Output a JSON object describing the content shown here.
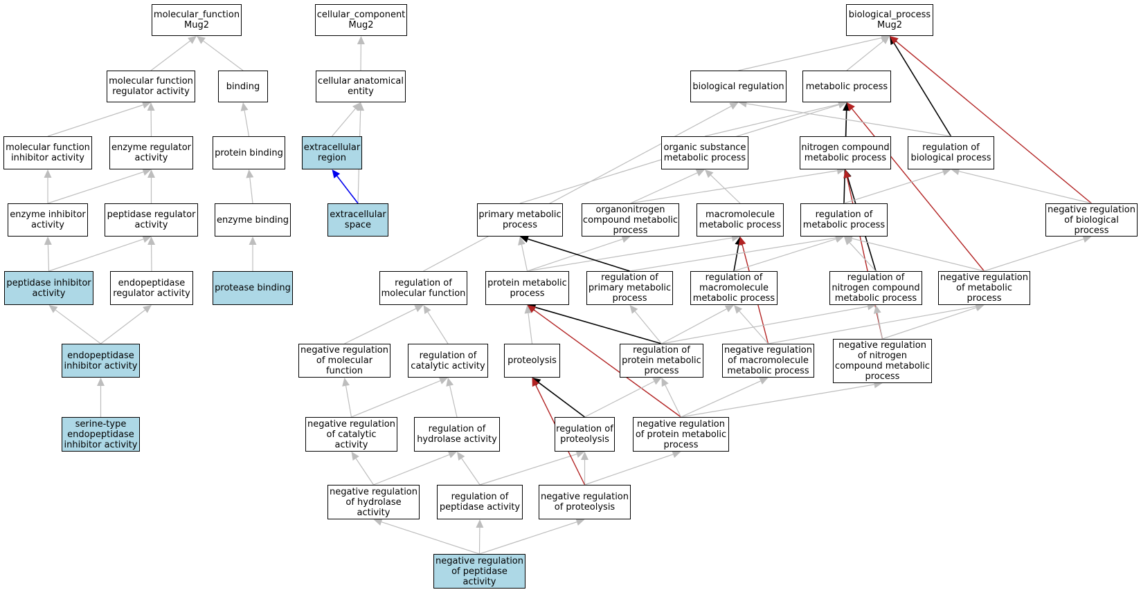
{
  "colors": {
    "gray": "#bdbdbd",
    "black": "#000000",
    "red": "#b22222",
    "blue": "#0000ee",
    "highlight": "#add8e6"
  },
  "nodes": {
    "mf_root": {
      "label": "molecular_function\nMug2",
      "highlight": false
    },
    "cc_root": {
      "label": "cellular_component\nMug2",
      "highlight": false
    },
    "bp_root": {
      "label": "biological_process\nMug2",
      "highlight": false
    },
    "mf_reg": {
      "label": "molecular function\nregulator activity",
      "highlight": false
    },
    "binding": {
      "label": "binding",
      "highlight": false
    },
    "cae": {
      "label": "cellular anatomical\nentity",
      "highlight": false
    },
    "bioreg": {
      "label": "biological regulation",
      "highlight": false
    },
    "metproc": {
      "label": "metabolic process",
      "highlight": false
    },
    "mf_inh": {
      "label": "molecular function\ninhibitor activity",
      "highlight": false
    },
    "enz_reg": {
      "label": "enzyme regulator\nactivity",
      "highlight": false
    },
    "prot_bind": {
      "label": "protein binding",
      "highlight": false
    },
    "ext_region": {
      "label": "extracellular\nregion",
      "highlight": true
    },
    "org_sub": {
      "label": "organic substance\nmetabolic process",
      "highlight": false
    },
    "nitro": {
      "label": "nitrogen compound\nmetabolic process",
      "highlight": false
    },
    "reg_bio": {
      "label": "regulation of\nbiological process",
      "highlight": false
    },
    "enz_inh": {
      "label": "enzyme inhibitor\nactivity",
      "highlight": false
    },
    "pep_reg": {
      "label": "peptidase regulator\nactivity",
      "highlight": false
    },
    "enz_bind": {
      "label": "enzyme binding",
      "highlight": false
    },
    "ext_space": {
      "label": "extracellular\nspace",
      "highlight": true
    },
    "prim_met": {
      "label": "primary metabolic\nprocess",
      "highlight": false
    },
    "orgnitro": {
      "label": "organonitrogen\ncompound metabolic\nprocess",
      "highlight": false
    },
    "macro": {
      "label": "macromolecule\nmetabolic process",
      "highlight": false
    },
    "reg_met": {
      "label": "regulation of\nmetabolic process",
      "highlight": false
    },
    "neg_bio": {
      "label": "negative regulation\nof biological\nprocess",
      "highlight": false
    },
    "pep_inh": {
      "label": "peptidase inhibitor\nactivity",
      "highlight": true
    },
    "endo_reg": {
      "label": "endopeptidase\nregulator activity",
      "highlight": false
    },
    "prot_binding": {
      "label": "protease binding",
      "highlight": true
    },
    "reg_mf": {
      "label": "regulation of\nmolecular function",
      "highlight": false
    },
    "prot_met": {
      "label": "protein metabolic\nprocess",
      "highlight": false
    },
    "reg_prim": {
      "label": "regulation of\nprimary metabolic\nprocess",
      "highlight": false
    },
    "reg_macro": {
      "label": "regulation of\nmacromolecule\nmetabolic process",
      "highlight": false
    },
    "reg_nitro": {
      "label": "regulation of\nnitrogen compound\nmetabolic process",
      "highlight": false
    },
    "neg_met": {
      "label": "negative regulation\nof metabolic\nprocess",
      "highlight": false
    },
    "endo_inh": {
      "label": "endopeptidase\ninhibitor activity",
      "highlight": true
    },
    "neg_mf": {
      "label": "negative regulation\nof molecular\nfunction",
      "highlight": false
    },
    "reg_cat": {
      "label": "regulation of\ncatalytic activity",
      "highlight": false
    },
    "proteolysis": {
      "label": "proteolysis",
      "highlight": false
    },
    "reg_protmet": {
      "label": "regulation of\nprotein metabolic\nprocess",
      "highlight": false
    },
    "neg_macro": {
      "label": "negative regulation\nof macromolecule\nmetabolic process",
      "highlight": false
    },
    "neg_nitro": {
      "label": "negative regulation\nof nitrogen\ncompound metabolic\nprocess",
      "highlight": false
    },
    "serine": {
      "label": "serine-type\nendopeptidase\ninhibitor activity",
      "highlight": true
    },
    "neg_cat": {
      "label": "negative regulation\nof catalytic\nactivity",
      "highlight": false
    },
    "reg_hyd": {
      "label": "regulation of\nhydrolase activity",
      "highlight": false
    },
    "reg_prot": {
      "label": "regulation of\nproteolysis",
      "highlight": false
    },
    "neg_protmet": {
      "label": "negative regulation\nof protein metabolic\nprocess",
      "highlight": false
    },
    "neg_hyd": {
      "label": "negative regulation\nof hydrolase\nactivity",
      "highlight": false
    },
    "reg_pep": {
      "label": "regulation of\npeptidase activity",
      "highlight": false
    },
    "neg_prot": {
      "label": "negative regulation\nof proteolysis",
      "highlight": false
    },
    "neg_pep": {
      "label": "negative regulation\nof peptidase\nactivity",
      "highlight": true
    }
  },
  "edges": [
    [
      "mf_reg",
      "mf_root",
      "gray"
    ],
    [
      "binding",
      "mf_root",
      "gray"
    ],
    [
      "mf_inh",
      "mf_reg",
      "gray"
    ],
    [
      "enz_reg",
      "mf_reg",
      "gray"
    ],
    [
      "prot_bind",
      "binding",
      "gray"
    ],
    [
      "enz_bind",
      "prot_bind",
      "gray"
    ],
    [
      "prot_binding",
      "enz_bind",
      "gray"
    ],
    [
      "enz_inh",
      "mf_inh",
      "gray"
    ],
    [
      "enz_inh",
      "enz_reg",
      "gray"
    ],
    [
      "pep_reg",
      "enz_reg",
      "gray"
    ],
    [
      "pep_inh",
      "enz_inh",
      "gray"
    ],
    [
      "pep_inh",
      "pep_reg",
      "gray"
    ],
    [
      "endo_reg",
      "pep_reg",
      "gray"
    ],
    [
      "endo_inh",
      "pep_inh",
      "gray"
    ],
    [
      "endo_inh",
      "endo_reg",
      "gray"
    ],
    [
      "serine",
      "endo_inh",
      "gray"
    ],
    [
      "cae",
      "cc_root",
      "gray"
    ],
    [
      "ext_region",
      "cae",
      "gray"
    ],
    [
      "ext_space",
      "cae",
      "gray"
    ],
    [
      "ext_space",
      "ext_region",
      "blue"
    ],
    [
      "bioreg",
      "bp_root",
      "gray"
    ],
    [
      "metproc",
      "bp_root",
      "gray"
    ],
    [
      "reg_bio",
      "bp_root",
      "black"
    ],
    [
      "neg_bio",
      "bp_root",
      "red"
    ],
    [
      "org_sub",
      "metproc",
      "gray"
    ],
    [
      "nitro",
      "metproc",
      "gray"
    ],
    [
      "prim_met",
      "metproc",
      "gray"
    ],
    [
      "reg_met",
      "metproc",
      "black"
    ],
    [
      "neg_met",
      "metproc",
      "red"
    ],
    [
      "reg_bio",
      "bioreg",
      "gray"
    ],
    [
      "reg_mf",
      "bioreg",
      "gray"
    ],
    [
      "orgnitro",
      "org_sub",
      "gray"
    ],
    [
      "macro",
      "org_sub",
      "gray"
    ],
    [
      "orgnitro",
      "nitro",
      "gray"
    ],
    [
      "reg_nitro",
      "nitro",
      "black"
    ],
    [
      "neg_nitro",
      "nitro",
      "red"
    ],
    [
      "reg_met",
      "reg_bio",
      "gray"
    ],
    [
      "neg_bio",
      "reg_bio",
      "gray"
    ],
    [
      "prot_met",
      "prim_met",
      "gray"
    ],
    [
      "prot_met",
      "orgnitro",
      "gray"
    ],
    [
      "prot_met",
      "macro",
      "gray"
    ],
    [
      "reg_prim",
      "prim_met",
      "black"
    ],
    [
      "reg_macro",
      "macro",
      "black"
    ],
    [
      "neg_macro",
      "macro",
      "red"
    ],
    [
      "reg_prim",
      "reg_met",
      "gray"
    ],
    [
      "reg_macro",
      "reg_met",
      "gray"
    ],
    [
      "reg_nitro",
      "reg_met",
      "gray"
    ],
    [
      "neg_met",
      "reg_met",
      "gray"
    ],
    [
      "neg_met",
      "neg_bio",
      "gray"
    ],
    [
      "neg_mf",
      "reg_mf",
      "gray"
    ],
    [
      "reg_cat",
      "reg_mf",
      "gray"
    ],
    [
      "proteolysis",
      "prot_met",
      "gray"
    ],
    [
      "reg_protmet",
      "prot_met",
      "black"
    ],
    [
      "neg_protmet",
      "prot_met",
      "red"
    ],
    [
      "reg_protmet",
      "reg_prim",
      "gray"
    ],
    [
      "reg_protmet",
      "reg_macro",
      "gray"
    ],
    [
      "reg_protmet",
      "reg_nitro",
      "gray"
    ],
    [
      "neg_macro",
      "reg_macro",
      "gray"
    ],
    [
      "neg_macro",
      "neg_met",
      "gray"
    ],
    [
      "neg_nitro",
      "reg_nitro",
      "gray"
    ],
    [
      "neg_nitro",
      "neg_met",
      "gray"
    ],
    [
      "neg_cat",
      "neg_mf",
      "gray"
    ],
    [
      "neg_cat",
      "reg_cat",
      "gray"
    ],
    [
      "reg_hyd",
      "reg_cat",
      "gray"
    ],
    [
      "reg_prot",
      "proteolysis",
      "black"
    ],
    [
      "reg_prot",
      "reg_protmet",
      "gray"
    ],
    [
      "neg_protmet",
      "reg_protmet",
      "gray"
    ],
    [
      "neg_protmet",
      "neg_macro",
      "gray"
    ],
    [
      "neg_protmet",
      "neg_nitro",
      "gray"
    ],
    [
      "neg_hyd",
      "neg_cat",
      "gray"
    ],
    [
      "neg_hyd",
      "reg_hyd",
      "gray"
    ],
    [
      "reg_pep",
      "reg_hyd",
      "gray"
    ],
    [
      "reg_pep",
      "reg_prot",
      "gray"
    ],
    [
      "neg_prot",
      "reg_prot",
      "gray"
    ],
    [
      "neg_prot",
      "proteolysis",
      "red"
    ],
    [
      "neg_prot",
      "neg_protmet",
      "gray"
    ],
    [
      "neg_pep",
      "neg_hyd",
      "gray"
    ],
    [
      "neg_pep",
      "reg_pep",
      "gray"
    ],
    [
      "neg_pep",
      "neg_prot",
      "gray"
    ]
  ]
}
